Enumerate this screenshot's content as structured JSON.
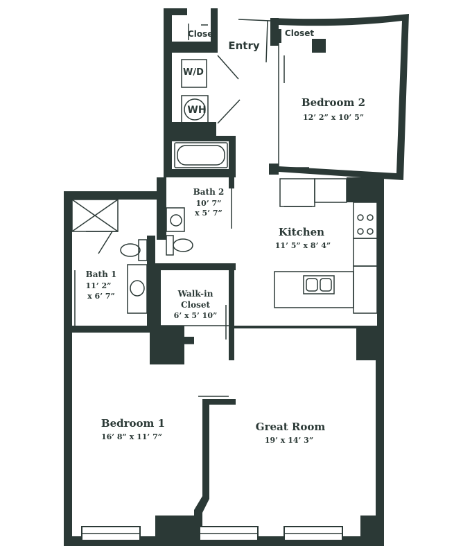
{
  "colors": {
    "wall": "#2b3936",
    "fixture": "#2b3936",
    "window": "#ffffff"
  },
  "labels": {
    "entry": "Entry",
    "closet_left": "Closet",
    "closet_right": "Closet",
    "bedroom2": {
      "name": "Bedroom 2",
      "dim": "12’ 2”  x 10’ 5”"
    },
    "wd": "W/D",
    "wh": "WH",
    "bath2": {
      "name": "Bath 2",
      "dim1": "10’ 7”",
      "dim2": "x 5’ 7”"
    },
    "kitchen": {
      "name": "Kitchen",
      "dim": "11’ 5”   x 8’ 4”"
    },
    "bath1": {
      "name": "Bath 1",
      "dim1": "11’ 2”",
      "dim2": "x 6’ 7”"
    },
    "walkin": {
      "name1": "Walk-in",
      "name2": "Closet",
      "dim": "6’ x 5’ 10”"
    },
    "bedroom1": {
      "name": "Bedroom 1",
      "dim": "16’ 8”   x 11’ 7”"
    },
    "great": {
      "name": "Great Room",
      "dim": "19’   x 14’ 3”"
    }
  }
}
